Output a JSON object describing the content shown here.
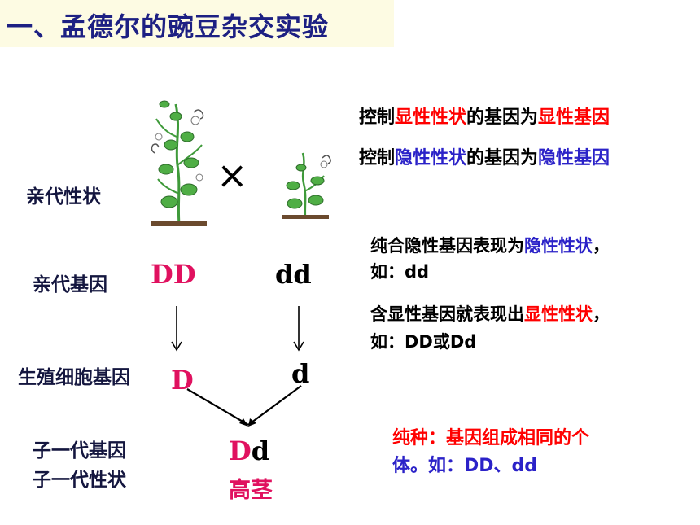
{
  "title": "一、孟德尔的豌豆杂交实验",
  "row_labels": {
    "parent_trait": "亲代性状",
    "parent_gene": "亲代基因",
    "gamete_gene": "生殖细胞基因",
    "f1_gene": "子一代基因",
    "f1_trait": "子一代性状"
  },
  "cross_symbol": "×",
  "genes": {
    "parent_left": "DD",
    "parent_right": "dd",
    "gamete_left": "D",
    "gamete_right": "d",
    "f1_dominant": "D",
    "f1_recessive": "d",
    "f1_trait": "高茎"
  },
  "notes": {
    "line1": {
      "a": "控制",
      "b": "显性性状",
      "c": "的基因为",
      "d": "显性基因"
    },
    "line2": {
      "a": "控制",
      "b": "隐性性状",
      "c": "的基因为",
      "d": "隐性基因"
    },
    "line3": {
      "a": "纯合隐性基因表现为",
      "b": "隐性性状",
      "c": "，",
      "d": "如：dd"
    },
    "line4": {
      "a": "含显性基因就表现出",
      "b": "显性性状",
      "c": "，",
      "d": "如：DD或Dd"
    }
  },
  "definition": {
    "line1": "纯种：基因组成相同的个",
    "line2": "体。如：DD、dd"
  },
  "colors": {
    "title": "#1d2083",
    "dominant": "#ff0000",
    "recessive": "#2b22c8",
    "gene_pink": "#e0115f",
    "plant_green": "#3f9a3a",
    "soil": "#6b4a2e"
  },
  "icons": {
    "tall_plant": "tall-pea-plant-icon",
    "short_plant": "short-pea-plant-icon",
    "arrows": "down-arrow-icon"
  }
}
